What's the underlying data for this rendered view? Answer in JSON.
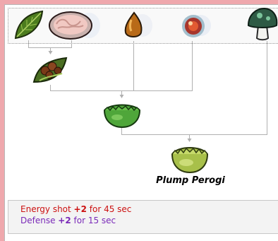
{
  "result": {
    "name": "Plump Perogi"
  },
  "ingredients": [
    {
      "icon": "leaf-icon"
    },
    {
      "icon": "brain-coral-icon"
    },
    {
      "icon": "seed-icon"
    },
    {
      "icon": "orb-icon"
    },
    {
      "icon": "mushroom-icon"
    }
  ],
  "intermediates": [
    {
      "icon": "wrapped-seeds-icon"
    },
    {
      "icon": "green-dumpling-icon"
    }
  ],
  "result_icon": "plump-perogi-icon",
  "effects": [
    {
      "prefix": "Energy shot ",
      "amount": "+2",
      "suffix": " for 45 sec",
      "color": "#cc1111"
    },
    {
      "prefix": "Defense ",
      "amount": "+2",
      "suffix": " for 15 sec",
      "color": "#7a2ab8"
    }
  ]
}
